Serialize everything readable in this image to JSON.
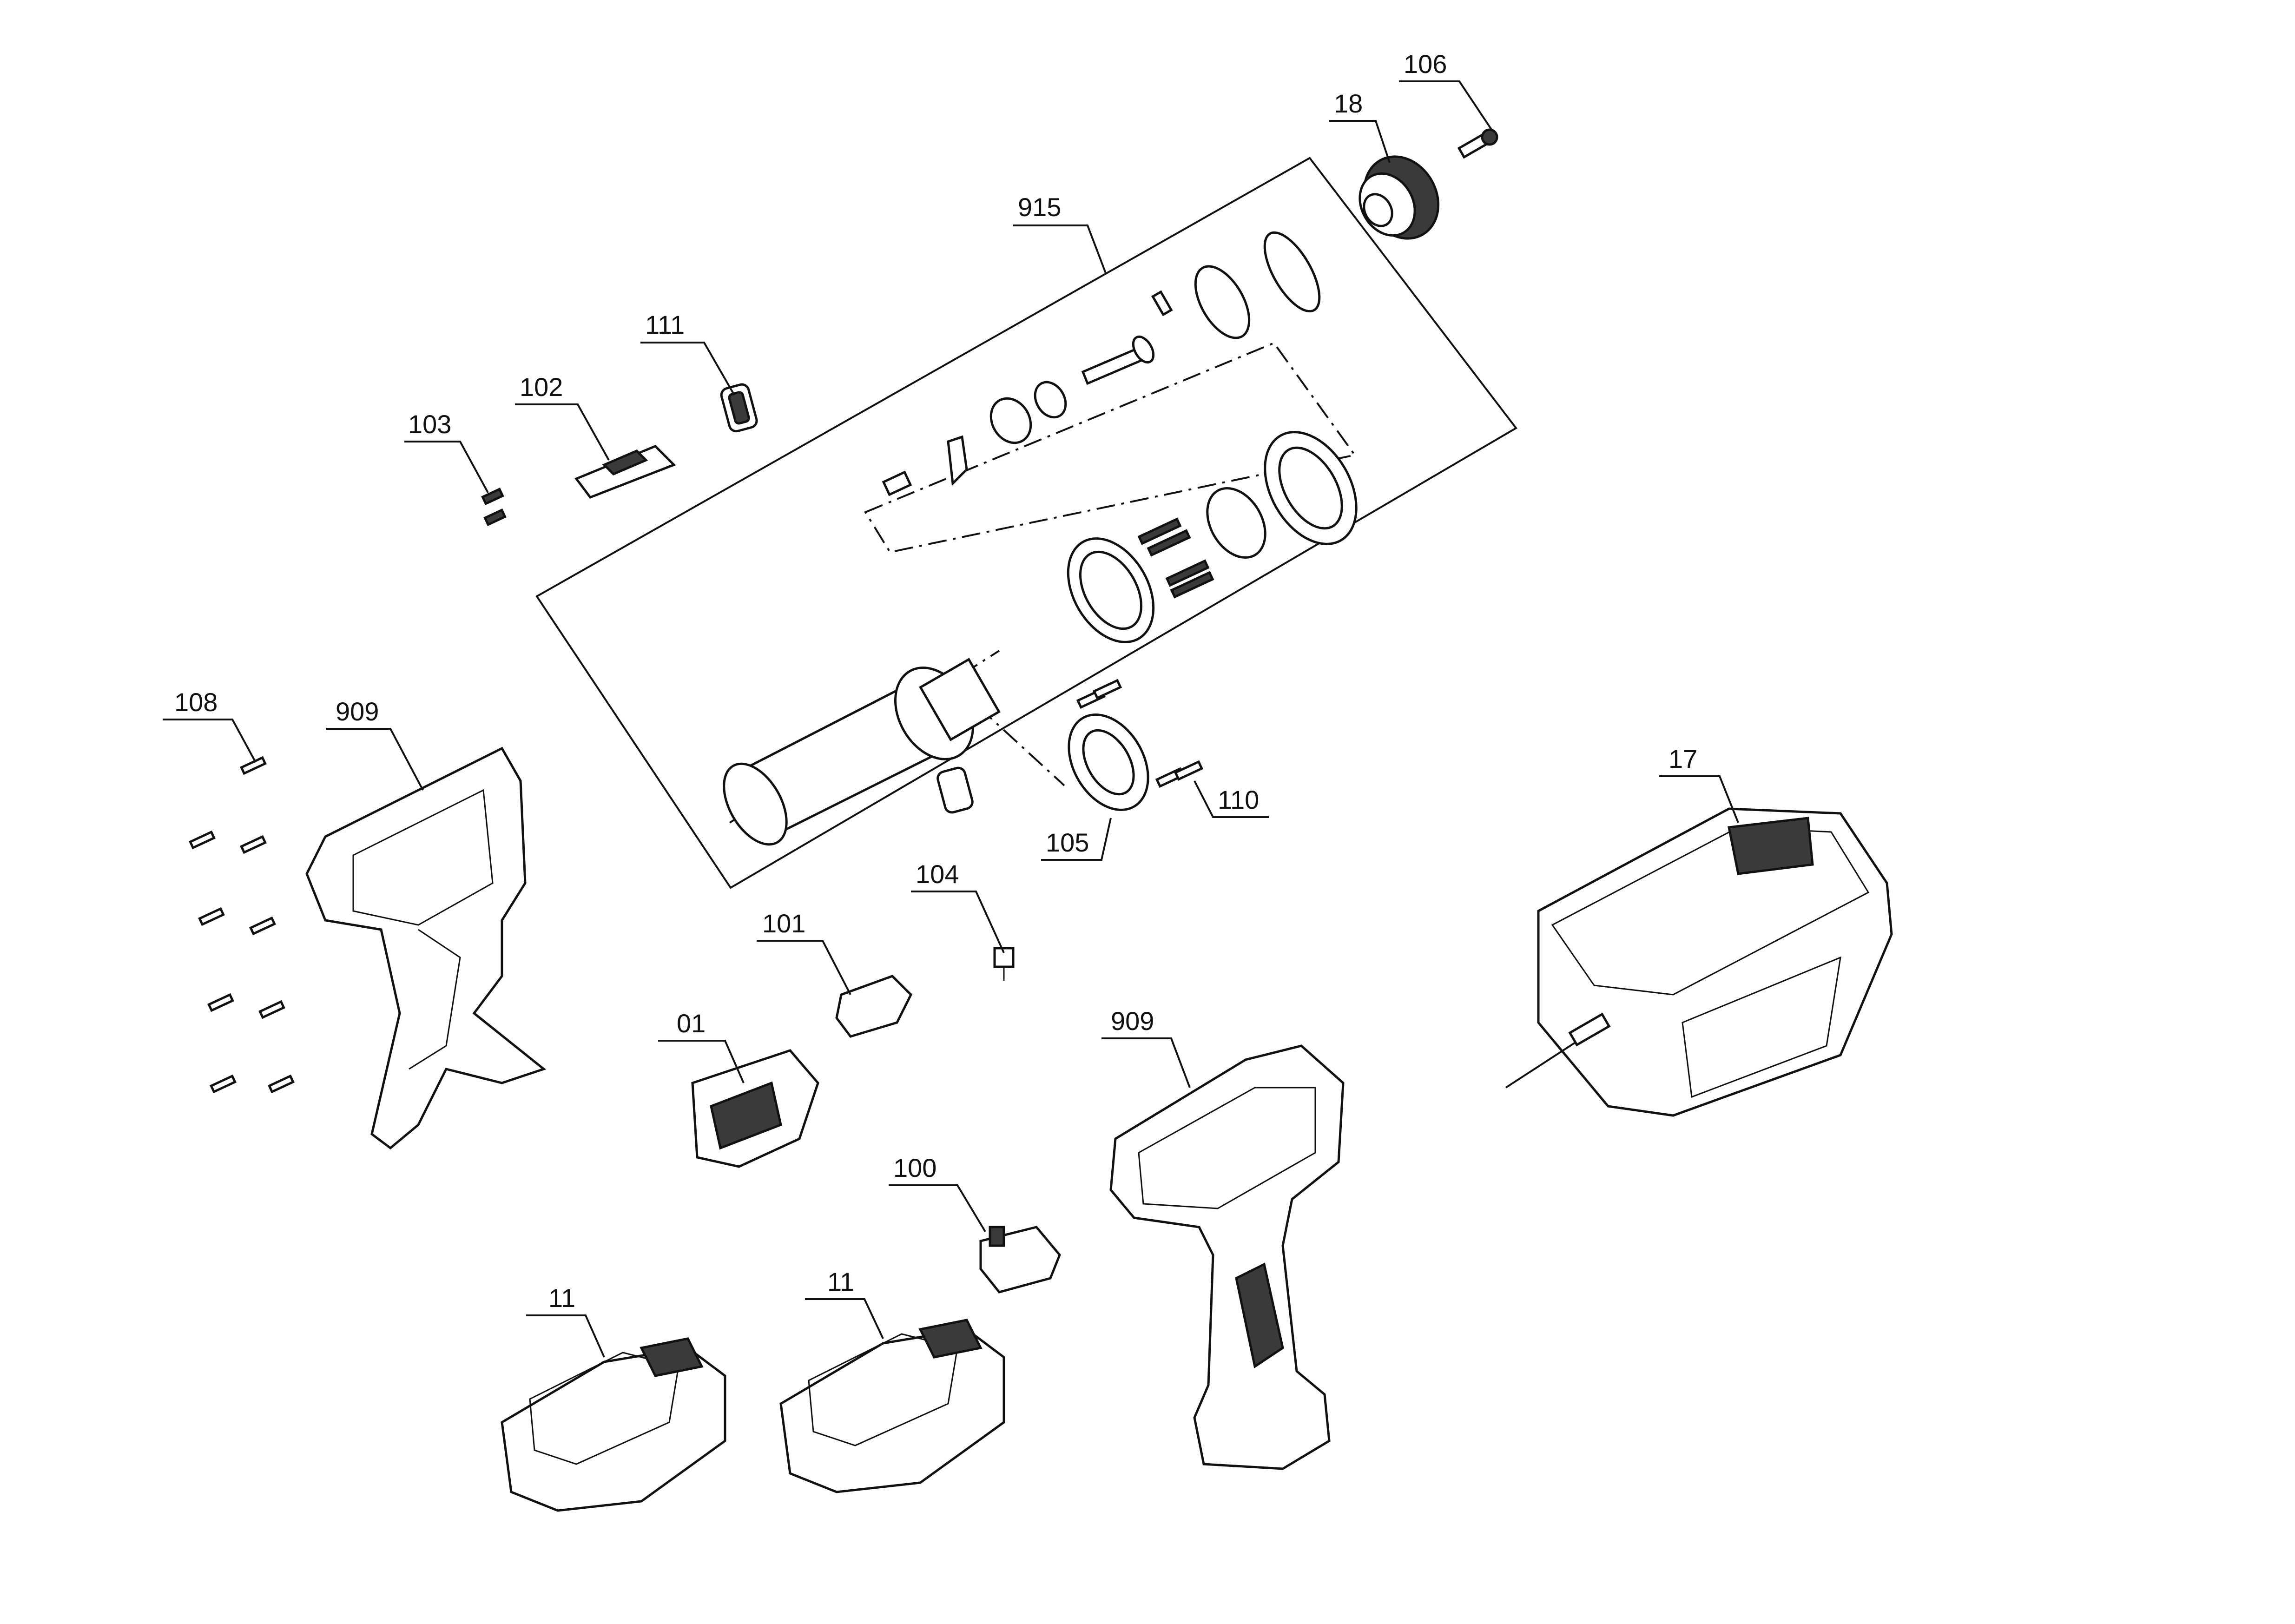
{
  "callouts": {
    "c915": "915",
    "c18": "18",
    "c106": "106",
    "c111": "111",
    "c102": "102",
    "c103": "103",
    "c108": "108",
    "c909a": "909",
    "c909b": "909",
    "c17": "17",
    "c110": "110",
    "c105": "105",
    "c104": "104",
    "c101": "101",
    "c01": "01",
    "c100": "100",
    "c11a": "11",
    "c11b": "11"
  }
}
